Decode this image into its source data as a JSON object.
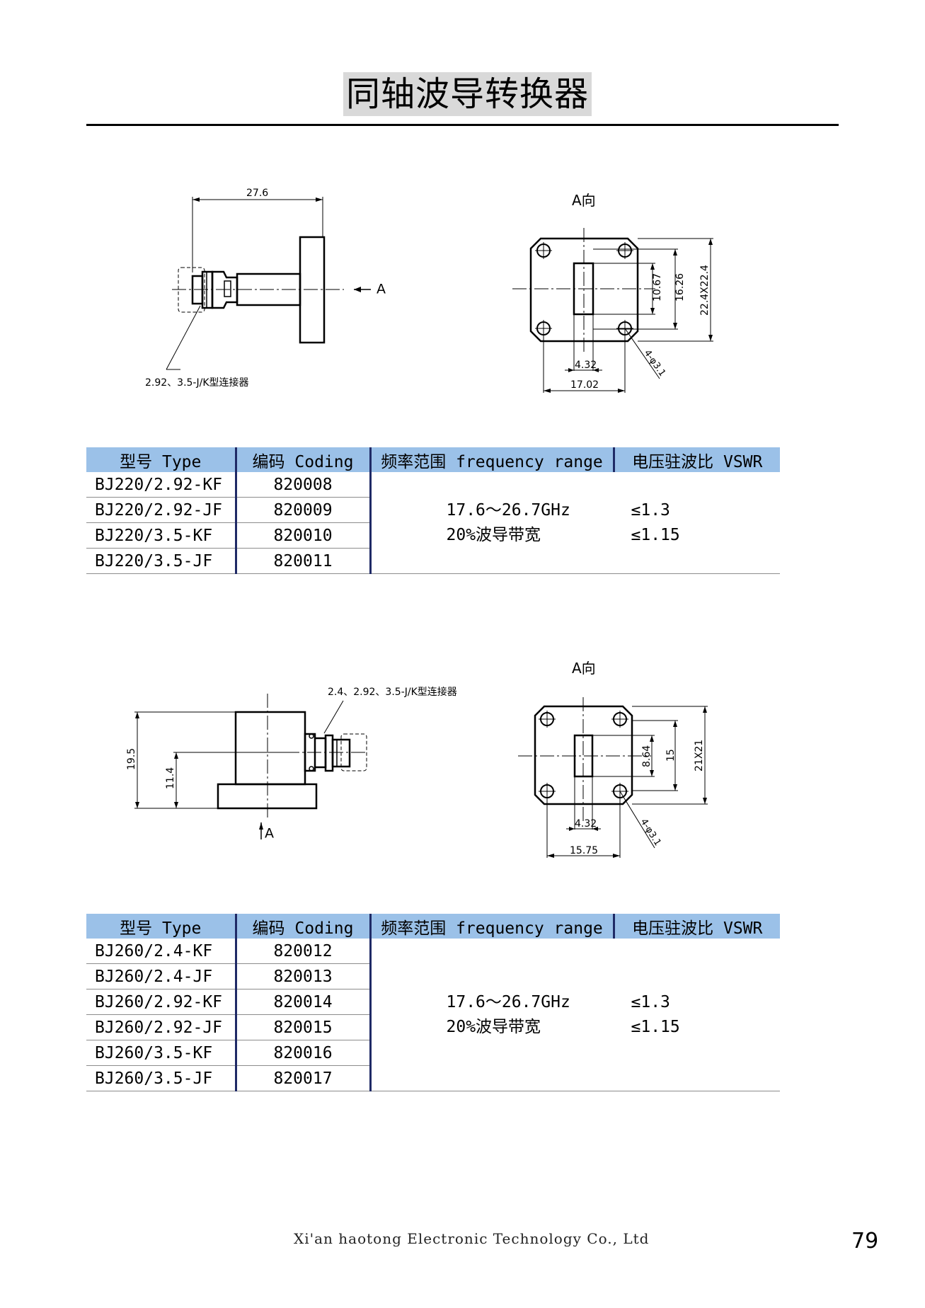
{
  "page": {
    "title": "同轴波导转换器",
    "footer": "Xi'an haotong Electronic Technology Co., Ltd",
    "page_number": "79"
  },
  "drawing1": {
    "dim_length": "27.6",
    "arrow_label": "A",
    "view_label": "A向",
    "connector_note": "2.92、3.5-J/K型连接器",
    "dim_1067": "10.67",
    "dim_1626": "16.26",
    "dim_flange": "22.4X22.4",
    "dim_432": "4.32",
    "dim_1702": "17.02",
    "hole_note": "4-φ3.1"
  },
  "drawing2": {
    "connector_note": "2.4、2.92、3.5-J/K型连接器",
    "dim_195": "19.5",
    "dim_114": "11.4",
    "arrow_label": "A",
    "view_label": "A向",
    "dim_864": "8.64",
    "dim_15": "15",
    "dim_flange": "21X21",
    "dim_432": "4.32",
    "dim_1575": "15.75",
    "hole_note": "4-φ3.1"
  },
  "table1": {
    "headers": [
      "型号 Type",
      "编码 Coding",
      "频率范围 frequency range",
      "电压驻波比 VSWR"
    ],
    "rows": [
      {
        "type": "BJ220/2.92-KF",
        "code": "820008"
      },
      {
        "type": "BJ220/2.92-JF",
        "code": "820009"
      },
      {
        "type": "BJ220/3.5-KF",
        "code": "820010"
      },
      {
        "type": "BJ220/3.5-JF",
        "code": "820011"
      }
    ],
    "freq_line1": "17.6～26.7GHz",
    "freq_line2": "20%波导带宽",
    "vswr_line1": "≤1.3",
    "vswr_line2": "≤1.15"
  },
  "table2": {
    "headers": [
      "型号 Type",
      "编码 Coding",
      "频率范围 frequency range",
      "电压驻波比 VSWR"
    ],
    "rows": [
      {
        "type": "BJ260/2.4-KF",
        "code": "820012"
      },
      {
        "type": "BJ260/2.4-JF",
        "code": "820013"
      },
      {
        "type": "BJ260/2.92-KF",
        "code": "820014"
      },
      {
        "type": "BJ260/2.92-JF",
        "code": "820015"
      },
      {
        "type": "BJ260/3.5-KF",
        "code": "820016"
      },
      {
        "type": "BJ260/3.5-JF",
        "code": "820017"
      }
    ],
    "freq_line1": "17.6～26.7GHz",
    "freq_line2": "20%波导带宽",
    "vswr_line1": "≤1.3",
    "vswr_line2": "≤1.15"
  },
  "colors": {
    "header_bg": "#9bc1e8",
    "column_divider": "#1f2a66",
    "title_bg": "#d9d9d9"
  }
}
